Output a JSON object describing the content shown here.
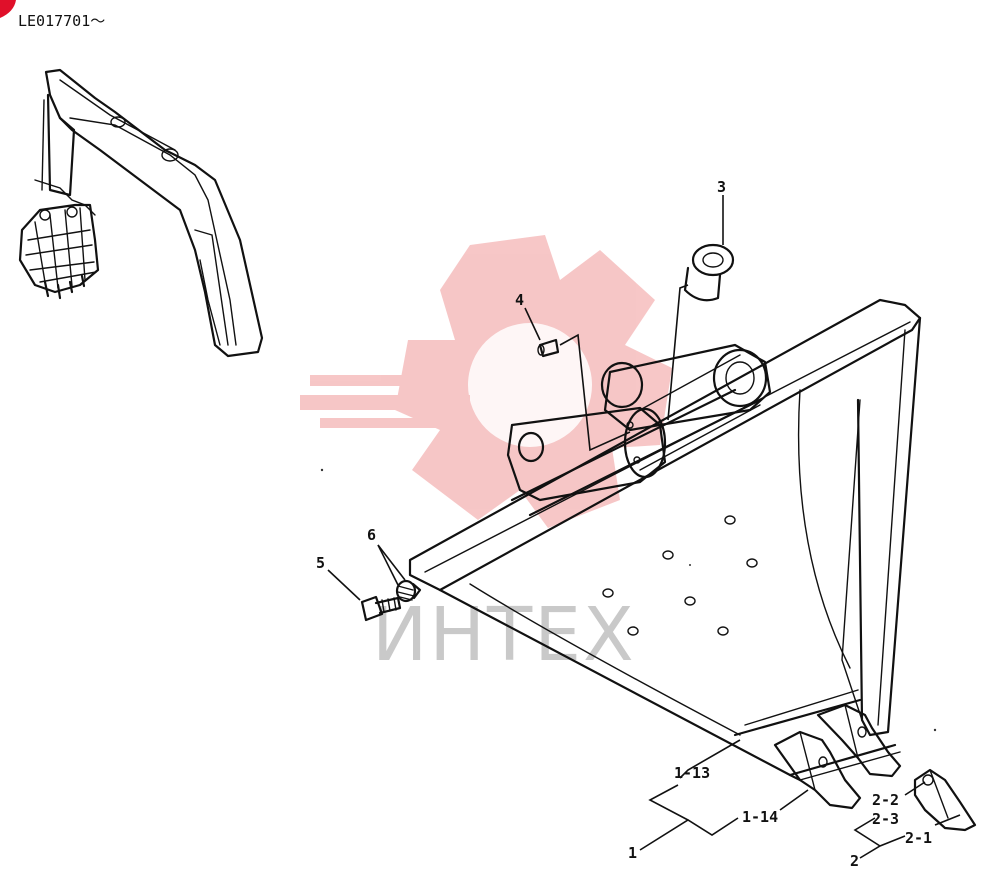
{
  "header": {
    "serial_range": "LE017701～",
    "marker_color": "#e0102a"
  },
  "watermark": {
    "text": "ИНТЕХ",
    "gear_color": "#f4b4b4"
  },
  "callouts": {
    "c1": "1",
    "c1_13": "1-13",
    "c1_14": "1-14",
    "c2": "2",
    "c2_1": "2-1",
    "c2_2": "2-2",
    "c2_3": "2-3",
    "c3": "3",
    "c4": "4",
    "c5": "5",
    "c6": "6"
  }
}
